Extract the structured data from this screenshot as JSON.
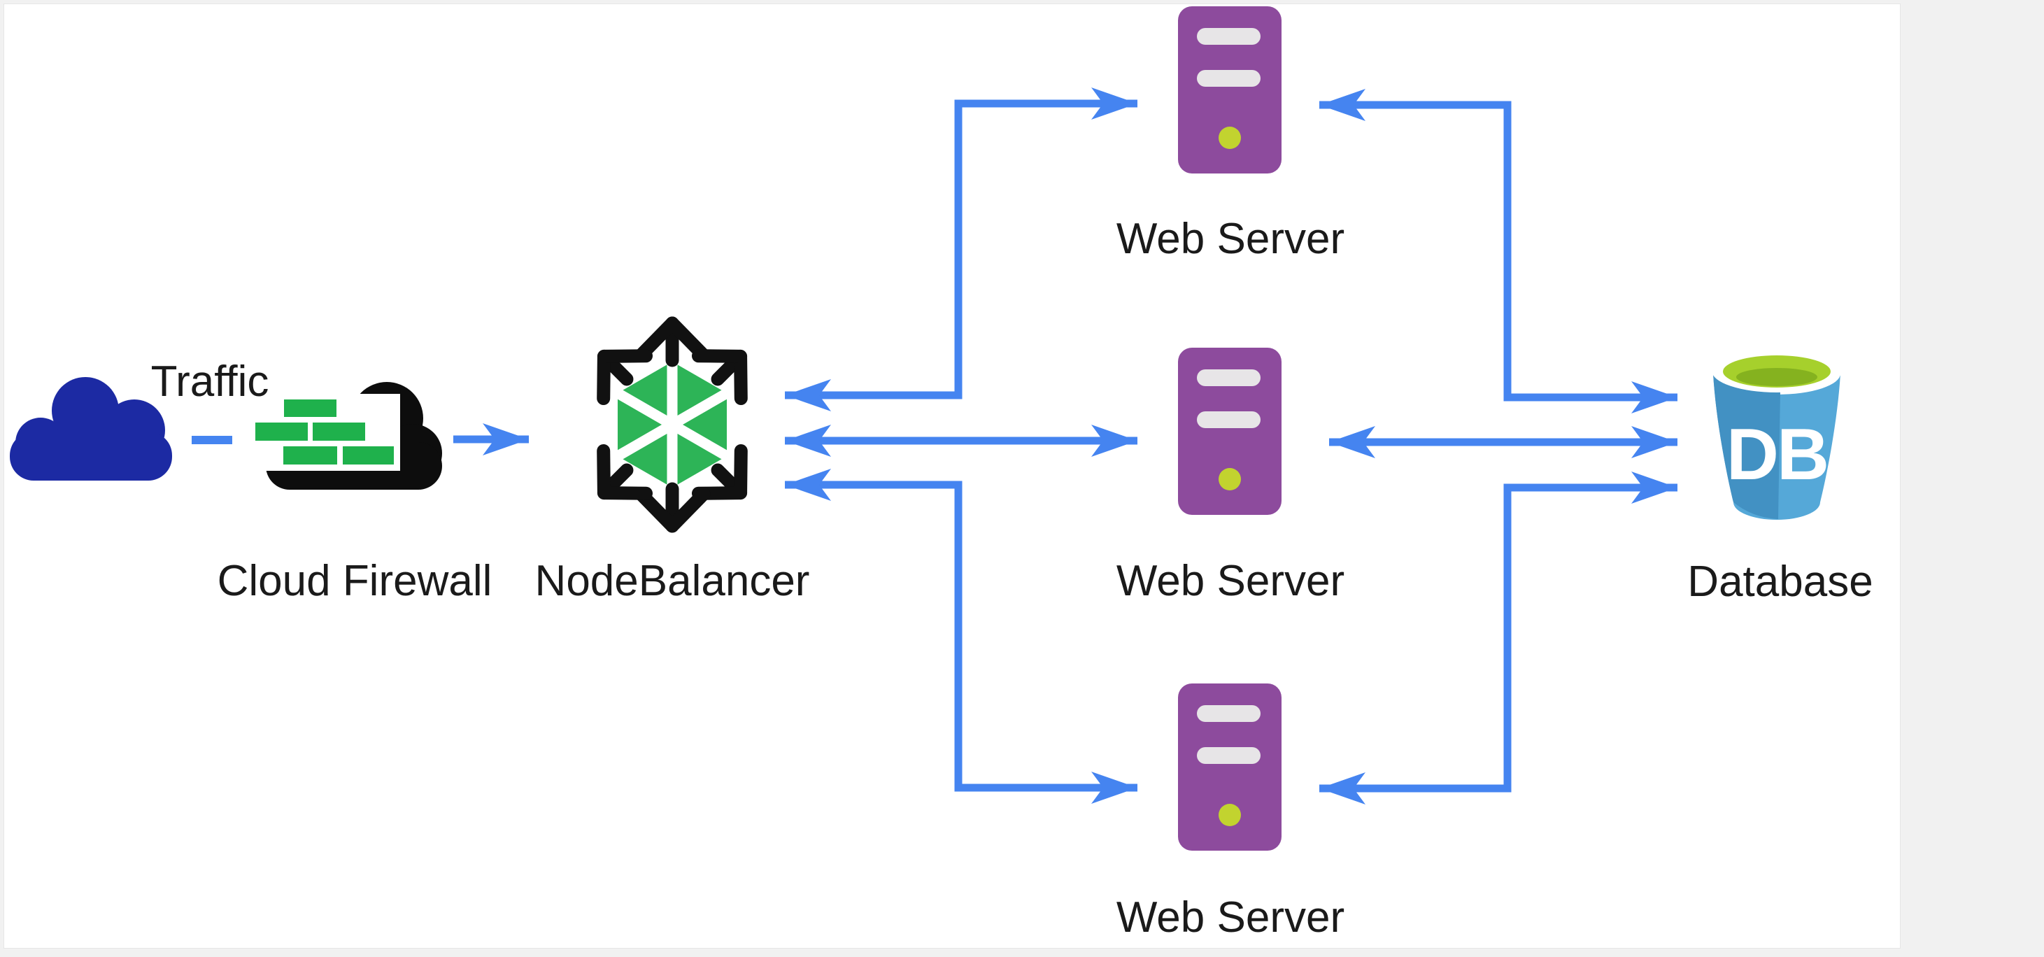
{
  "page": {
    "background_color": "#f1f1f1",
    "canvas_color": "#ffffff"
  },
  "diagram": {
    "labels": {
      "traffic": "Traffic",
      "cloud_firewall": "Cloud Firewall",
      "nodebalancer": "NodeBalancer",
      "web_server_top": "Web Server",
      "web_server_middle": "Web Server",
      "web_server_bottom": "Web Server",
      "database": "Database",
      "db_badge": "DB"
    },
    "nodes": [
      {
        "id": "traffic",
        "label": "Traffic",
        "icon": "cloud-icon"
      },
      {
        "id": "cloud-firewall",
        "label": "Cloud Firewall",
        "icon": "firewall-cloud-icon"
      },
      {
        "id": "nodebalancer",
        "label": "NodeBalancer",
        "icon": "nodebalancer-icon"
      },
      {
        "id": "web-server-1",
        "label": "Web Server",
        "icon": "server-tower-icon"
      },
      {
        "id": "web-server-2",
        "label": "Web Server",
        "icon": "server-tower-icon"
      },
      {
        "id": "web-server-3",
        "label": "Web Server",
        "icon": "server-tower-icon"
      },
      {
        "id": "database",
        "label": "Database",
        "icon": "database-cylinder-icon"
      }
    ],
    "edges": [
      {
        "from": "traffic",
        "to": "cloud-firewall",
        "style": "dashed",
        "arrows": "none"
      },
      {
        "from": "cloud-firewall",
        "to": "nodebalancer",
        "style": "solid",
        "arrows": "end"
      },
      {
        "from": "nodebalancer",
        "to": "web-server-1",
        "style": "solid",
        "arrows": "both"
      },
      {
        "from": "nodebalancer",
        "to": "web-server-2",
        "style": "solid",
        "arrows": "both"
      },
      {
        "from": "nodebalancer",
        "to": "web-server-3",
        "style": "solid",
        "arrows": "both"
      },
      {
        "from": "web-server-1",
        "to": "database",
        "style": "solid",
        "arrows": "both"
      },
      {
        "from": "web-server-2",
        "to": "database",
        "style": "solid",
        "arrows": "both"
      },
      {
        "from": "web-server-3",
        "to": "database",
        "style": "solid",
        "arrows": "both"
      }
    ],
    "colors": {
      "arrow_blue": "#4584f0",
      "traffic_cloud_navy": "#1c2aa3",
      "firewall_cloud_black": "#0d0d0d",
      "firewall_brick_green": "#1fb14c",
      "nodebalancer_green": "#2db457",
      "nodebalancer_black": "#111111",
      "server_purple": "#8d4b9d",
      "server_slot_gray": "#e7e5e7",
      "server_led_green": "#c2d32f",
      "db_body_left_blue": "#4291c3",
      "db_body_right_blue": "#55a8d8",
      "db_top_green": "#a6d02c",
      "db_top_shadow_green": "#85b21f",
      "label_text": "#1a1a1a"
    }
  }
}
